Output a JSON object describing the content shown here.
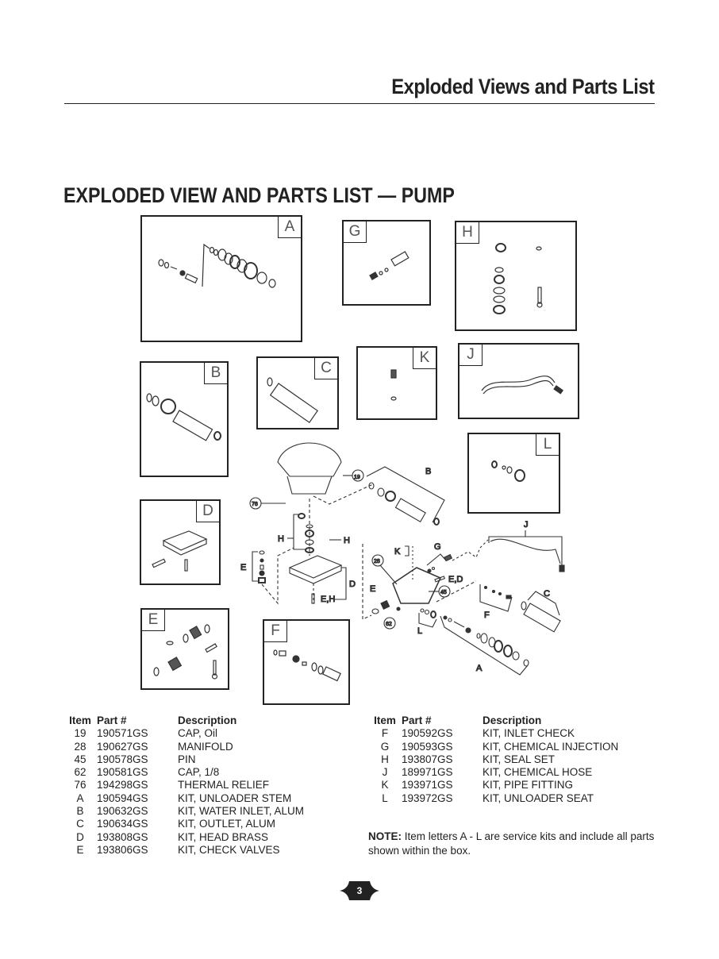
{
  "header": {
    "title": "Exploded Views and Parts List"
  },
  "section": {
    "title": "EXPLODED VIEW AND PARTS LIST — PUMP"
  },
  "diagram": {
    "kit_boxes": [
      "A",
      "G",
      "H",
      "B",
      "C",
      "K",
      "J",
      "L",
      "D",
      "E",
      "F"
    ],
    "callouts": [
      "19",
      "76",
      "28",
      "45",
      "62",
      "B",
      "H",
      "H",
      "E",
      "D",
      "E,H",
      "K",
      "G",
      "E,D",
      "J",
      "C",
      "F",
      "E",
      "L",
      "A"
    ]
  },
  "parts_table_left": {
    "headers": {
      "item": "Item",
      "part": "Part #",
      "desc": "Description"
    },
    "rows": [
      {
        "item": "19",
        "part": "190571GS",
        "desc": "CAP, Oil"
      },
      {
        "item": "28",
        "part": "190627GS",
        "desc": "MANIFOLD"
      },
      {
        "item": "45",
        "part": "190578GS",
        "desc": "PIN"
      },
      {
        "item": "62",
        "part": "190581GS",
        "desc": "CAP, 1/8"
      },
      {
        "item": "76",
        "part": "194298GS",
        "desc": "THERMAL RELIEF"
      },
      {
        "item": "A",
        "part": "190594GS",
        "desc": "KIT, UNLOADER STEM"
      },
      {
        "item": "B",
        "part": "190632GS",
        "desc": "KIT, WATER INLET, ALUM"
      },
      {
        "item": "C",
        "part": "190634GS",
        "desc": "KIT, OUTLET, ALUM"
      },
      {
        "item": "D",
        "part": "193808GS",
        "desc": "KIT, HEAD BRASS"
      },
      {
        "item": "E",
        "part": "193806GS",
        "desc": "KIT, CHECK VALVES"
      }
    ]
  },
  "parts_table_right": {
    "headers": {
      "item": "Item",
      "part": "Part #",
      "desc": "Description"
    },
    "rows": [
      {
        "item": "F",
        "part": "190592GS",
        "desc": "KIT, INLET CHECK"
      },
      {
        "item": "G",
        "part": "190593GS",
        "desc": "KIT, CHEMICAL INJECTION"
      },
      {
        "item": "H",
        "part": "193807GS",
        "desc": "KIT, SEAL SET"
      },
      {
        "item": "J",
        "part": "189971GS",
        "desc": "KIT, CHEMICAL HOSE"
      },
      {
        "item": "K",
        "part": "193971GS",
        "desc": "KIT, PIPE FITTING"
      },
      {
        "item": "L",
        "part": "193972GS",
        "desc": "KIT, UNLOADER SEAT"
      }
    ]
  },
  "note": {
    "label": "NOTE:",
    "text": " Item letters A - L are service kits and include all parts shown within the box."
  },
  "footer": {
    "page_number": "3"
  }
}
